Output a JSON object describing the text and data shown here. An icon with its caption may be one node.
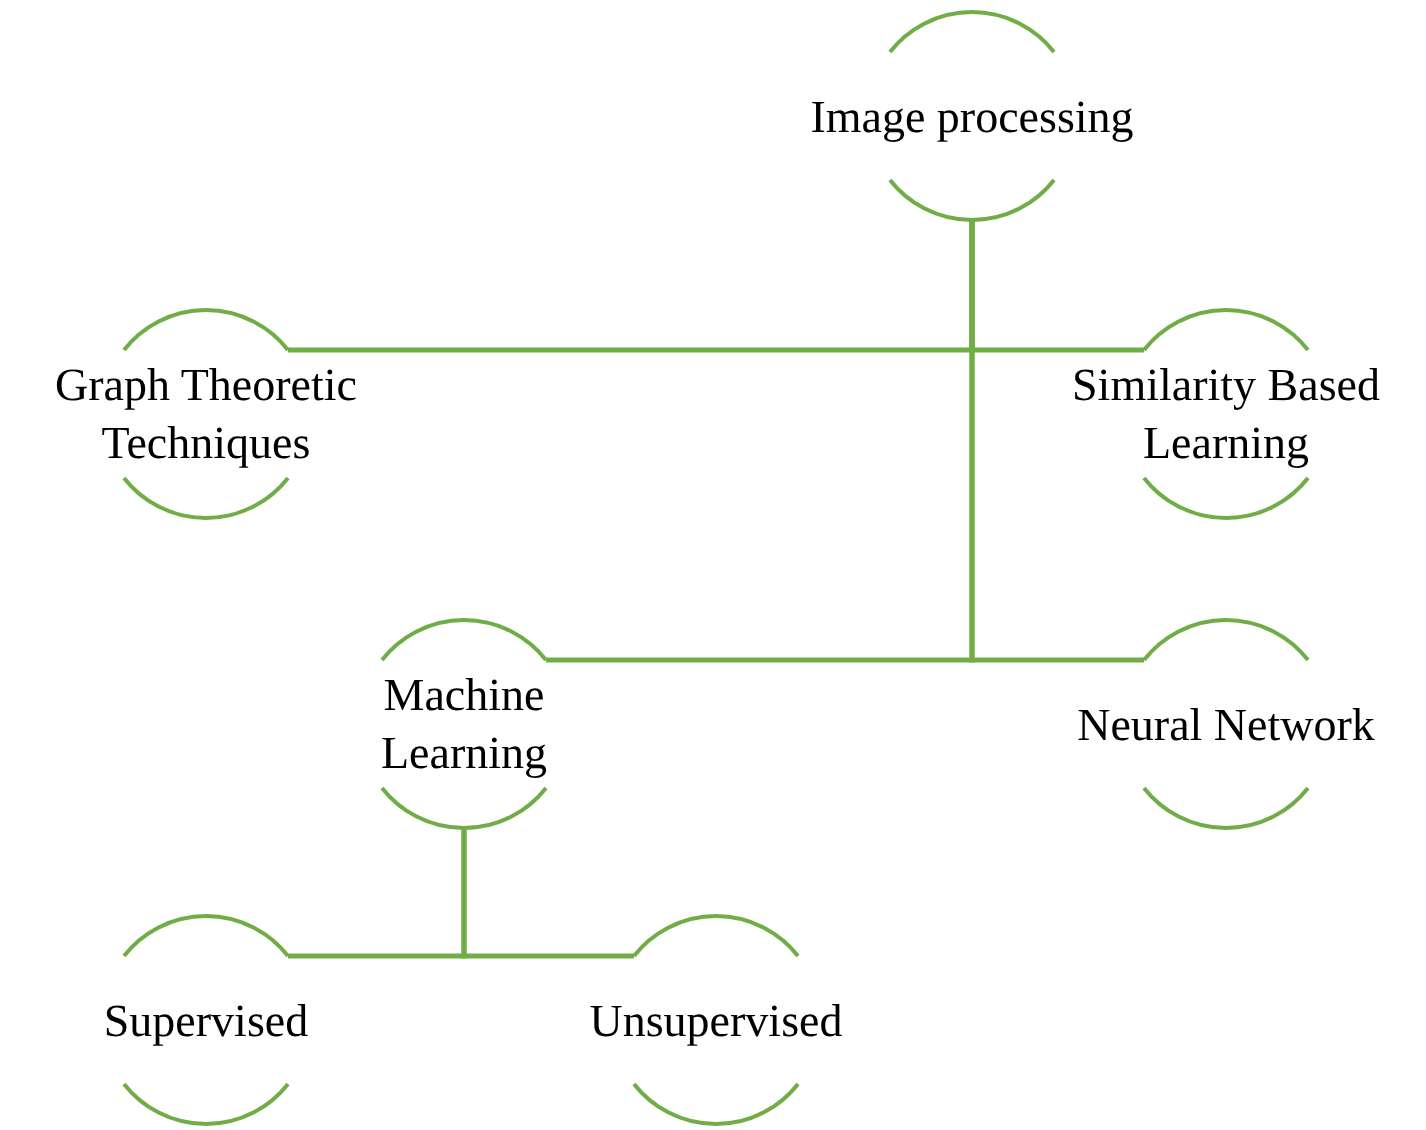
{
  "diagram": {
    "nodes": [
      {
        "text": [
          "Image processing"
        ]
      },
      {
        "text": [
          "Graph Theoretic Techniques"
        ]
      },
      {
        "text": [
          "Similarity Based Learning"
        ]
      },
      {
        "text": [
          "Machine Learning"
        ]
      },
      {
        "text": [
          "Neural Network"
        ]
      },
      {
        "text": [
          "Supervised"
        ]
      },
      {
        "text": [
          "Unsupervised"
        ]
      }
    ],
    "edges": [
      {
        "from": 0,
        "to": 1,
        "arrow": "none"
      },
      {
        "from": 0,
        "to": 2,
        "arrow": "none"
      },
      {
        "from": 0,
        "to": 3,
        "arrow": "none"
      },
      {
        "from": 0,
        "to": 4,
        "arrow": "none"
      },
      {
        "from": 3,
        "to": 5,
        "arrow": "none"
      },
      {
        "from": 3,
        "to": 6,
        "arrow": "none"
      }
    ]
  }
}
